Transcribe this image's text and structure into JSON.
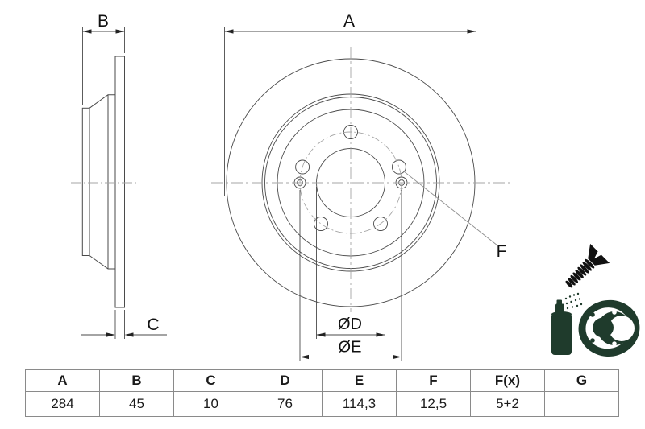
{
  "drawing": {
    "labels": {
      "outer_diameter": "A",
      "total_width": "B",
      "disc_thickness": "C",
      "hub_bore": "ØD",
      "bolt_circle": "ØE",
      "hole_diameter": "F"
    }
  },
  "table": {
    "headers": [
      "A",
      "B",
      "C",
      "D",
      "E",
      "F",
      "F(x)",
      "G"
    ],
    "values": [
      "284",
      "45",
      "10",
      "76",
      "114,3",
      "12,5",
      "5+2",
      ""
    ]
  },
  "icons": {
    "screw": "countersunk-screw-icon",
    "coating": "spray-can-brake-disc-icon"
  },
  "colors": {
    "line": "#4a4a4a",
    "centerline": "#a6a6a6",
    "icon_green": "#1f3b2c",
    "icon_black": "#111111",
    "table_border": "#8a8a8a",
    "text": "#111111",
    "background": "#ffffff"
  }
}
